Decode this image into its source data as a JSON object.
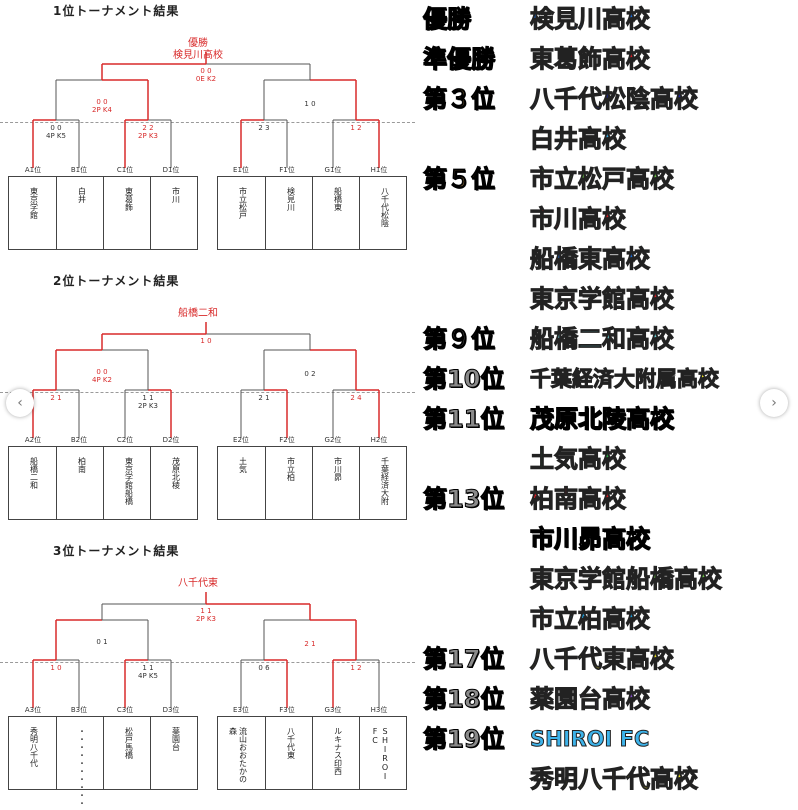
{
  "tournaments": [
    {
      "title": "1位トーナメント結果",
      "champion": [
        "優勝",
        "検見川高校"
      ],
      "final_score": [
        "0 0",
        "0E K2"
      ],
      "semi_left": [
        "0 0",
        "2P K4"
      ],
      "semi_right": "1 0",
      "qf": [
        [
          "0 0",
          "4P K5"
        ],
        [
          "2 2",
          "2P K3"
        ],
        "2 3",
        "1 2"
      ],
      "ranks": [
        "A1位",
        "B1位",
        "C1位",
        "D1位",
        "E1位",
        "F1位",
        "G1位",
        "H1位"
      ],
      "teams": [
        "東京学館",
        "白井",
        "東葛飾",
        "市川",
        "市立松戸",
        "検見川",
        "船橋東",
        "八千代松陰"
      ]
    },
    {
      "title": "2位トーナメント結果",
      "champion": [
        "船橋二和"
      ],
      "final_score": [
        "1 0"
      ],
      "semi_left": [
        "0 0",
        "4P K2"
      ],
      "semi_right": "0 2",
      "qf": [
        "2 1",
        [
          "1 1",
          "2P K3"
        ],
        "2 1",
        "2 4"
      ],
      "ranks": [
        "A2位",
        "B2位",
        "C2位",
        "D2位",
        "E2位",
        "F2位",
        "G2位",
        "H2位"
      ],
      "teams": [
        "船橋二和",
        "柏南",
        "東京学館船橋",
        "茂原北稜",
        "土気",
        "市立柏",
        "市川昴",
        "千葉経済大附"
      ]
    },
    {
      "title": "3位トーナメント結果",
      "champion": [
        "八千代東"
      ],
      "final_score": [
        "1 1",
        "2P K3"
      ],
      "semi_left": "0 1",
      "semi_right": "2 1",
      "qf": [
        "1 0",
        [
          "1 1",
          "4P K5"
        ],
        "0 6",
        "1 2"
      ],
      "ranks": [
        "A3位",
        "B3位",
        "C3位",
        "D3位",
        "E3位",
        "F3位",
        "G3位",
        "H3位"
      ],
      "teams": [
        "秀明八千代",
        "・・・・・・・・・・",
        "松戸馬橋",
        "薬園台",
        "流山おおたかの森",
        "八千代東",
        "ルキナス印西",
        "SHIROI FC"
      ]
    }
  ],
  "results": [
    {
      "label": "優勝",
      "name": "検見川高校",
      "label_style": "gold",
      "name_color": "#1a6fe0"
    },
    {
      "label": "準優勝",
      "name": "東葛飾高校",
      "label_style": "silver",
      "name_color": "#e01c24"
    },
    {
      "label": "第３位",
      "name": "八千代松陰高校",
      "label_style": "bronze",
      "name_color": "#1a22a8"
    },
    {
      "label": "",
      "name": "白井高校",
      "label_style": "",
      "name_color": "#3db3ea"
    },
    {
      "label": "第５位",
      "name": "市立松戸高校",
      "label_style": "bronze",
      "name_color": "#6ed14a"
    },
    {
      "label": "",
      "name": "市川高校",
      "label_style": "",
      "name_color": "#e01c24"
    },
    {
      "label": "",
      "name": "船橋東高校",
      "label_style": "",
      "name_color": "#1a6fe0"
    },
    {
      "label": "",
      "name": "東京学館高校",
      "label_style": "",
      "name_color": "#e01c24"
    },
    {
      "label": "第９位",
      "name": "船橋二和高校",
      "label_style": "gray",
      "name_color": "#6fd8dd"
    },
    {
      "label": "第10位",
      "name": "千葉経済大附属高校",
      "label_style": "gray",
      "name_color": "#f5ec22"
    },
    {
      "label": "第11位",
      "name": "茂原北陵高校",
      "label_style": "gray",
      "name_color": "outline"
    },
    {
      "label": "",
      "name": "土気高校",
      "label_style": "",
      "name_color": "#2fb84a"
    },
    {
      "label": "第13位",
      "name": "柏南高校",
      "label_style": "gray",
      "name_color": "#e01c24"
    },
    {
      "label": "",
      "name": "市川昴高校",
      "label_style": "",
      "name_color": "outline"
    },
    {
      "label": "",
      "name": "東京学館船橋高校",
      "label_style": "",
      "name_color": "#6ed14a"
    },
    {
      "label": "",
      "name": "市立柏高校",
      "label_style": "",
      "name_color": "#1a9fe0"
    },
    {
      "label": "第17位",
      "name": "八千代東高校",
      "label_style": "gray",
      "name_color": "#f5ec22"
    },
    {
      "label": "第18位",
      "name": "薬園台高校",
      "label_style": "gray",
      "name_color": "#8a4fd0"
    },
    {
      "label": "第19位",
      "name": "SHIROI FC",
      "label_style": "gray",
      "name_color": "#3db3ea"
    },
    {
      "label": "",
      "name": "秀明八千代高校",
      "label_style": "",
      "name_color": "#f5ec22"
    }
  ],
  "nav": {
    "prev": "‹",
    "next": "›"
  }
}
